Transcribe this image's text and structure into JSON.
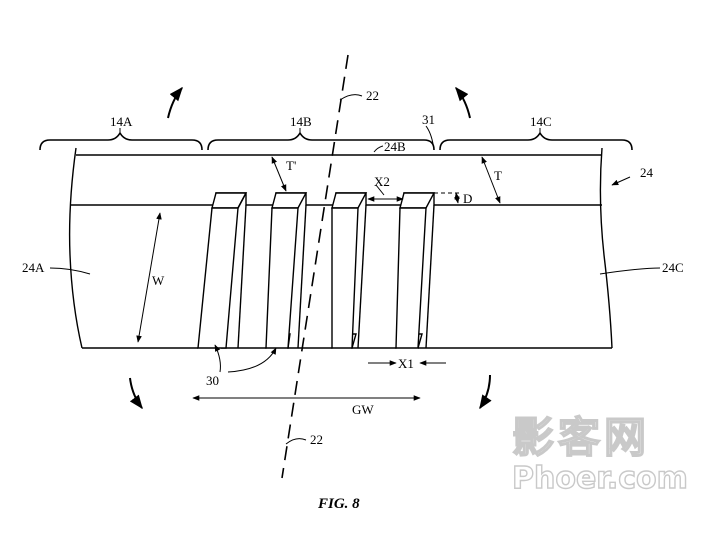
{
  "labels": {
    "sec_a": "14A",
    "sec_b": "14B",
    "sec_c": "14C",
    "axis_top": "22",
    "axis_bottom": "22",
    "label_31": "31",
    "top_layer": "24B",
    "assembly": "24",
    "thickness": "T",
    "thickness_prime": "T'",
    "x2": "X2",
    "x1": "X1",
    "d": "D",
    "left_part": "24A",
    "right_part": "24C",
    "width": "W",
    "grooves": "30",
    "groove_width": "GW"
  },
  "caption": "FIG. 8",
  "watermark": {
    "line1": "影客网",
    "line2": "Phoer.com"
  }
}
